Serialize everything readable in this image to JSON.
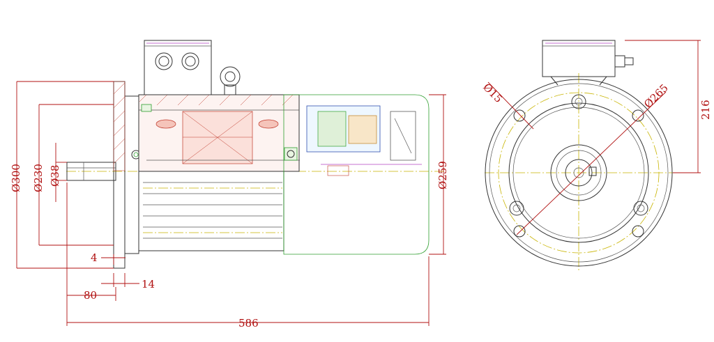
{
  "dimensions": {
    "side_view": {
      "overall_diameter": "Ø300",
      "flange_spigot_diameter": "Ø230",
      "shaft_diameter": "Ø38",
      "body_diameter": "Ø259",
      "spigot_depth": "4",
      "flange_thickness": "14",
      "shaft_length": "80",
      "overall_length": "586"
    },
    "end_view": {
      "bolt_hole_diameter": "Ø15",
      "pitch_circle_diameter": "Ø265",
      "height_to_terminal_box": "216"
    }
  },
  "colors": {
    "dimension": "#b01010",
    "centerline": "#c8b400",
    "hatch": "#c0392b",
    "outline": "#333333"
  }
}
